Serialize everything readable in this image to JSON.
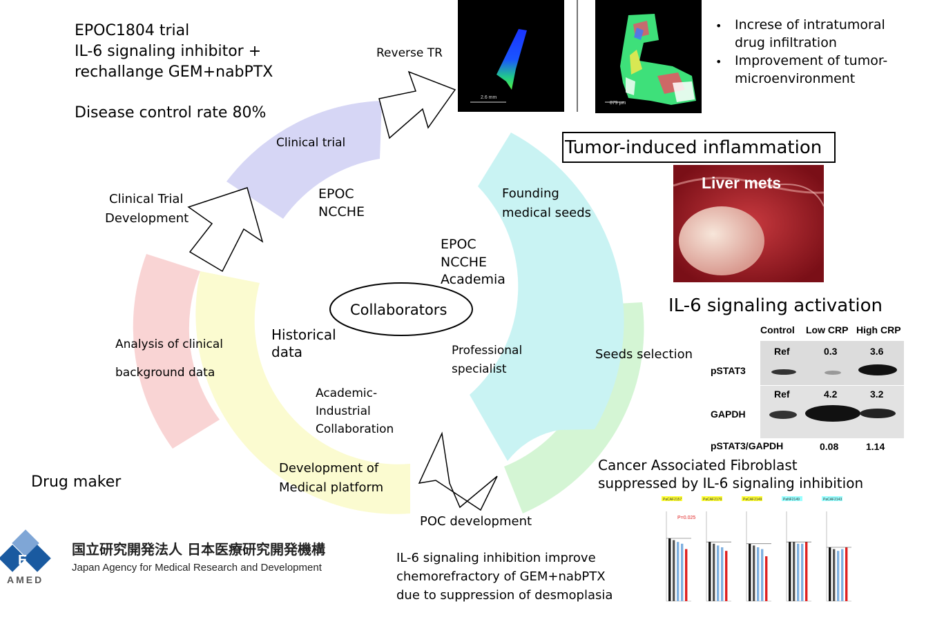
{
  "trial": {
    "line1": "EPOC1804 trial",
    "line2": "IL-6 signaling inhibitor  +",
    "line3": "rechallange GEM+nabPTX",
    "dcr": "Disease control rate 80%"
  },
  "cycle": {
    "reverse_tr": "Reverse TR",
    "clinical_trial": "Clinical trial",
    "clinical_trial_dev_1": "Clinical Trial",
    "clinical_trial_dev_2": "Development",
    "epoc": "EPOC",
    "ncche": "NCCHE",
    "founding_1": "Founding",
    "founding_2": "medical seeds",
    "center_epoc": "EPOC",
    "center_ncche": "NCCHE",
    "center_academia": "Academia",
    "collaborators": "Collaborators",
    "historical_1": "Historical",
    "historical_2": "data",
    "professional_1": "Professional",
    "professional_2": "specialist",
    "analysis_1": "Analysis of clinical",
    "analysis_2": "background data",
    "seeds_selection": "Seeds selection",
    "academic_1": "Academic-",
    "academic_2": "Industrial",
    "academic_3": "Collaboration",
    "platform_1": "Development of",
    "platform_2": "Medical platform",
    "drug_maker": "Drug maker",
    "poc": "POC development"
  },
  "images": {
    "scale1": "2.6 mm",
    "scale2": "879 μm"
  },
  "bullets": {
    "b1_line1": "Increse of intratumoral",
    "b1_line2": "drug infiltration",
    "b2_line1": "Improvement of tumor-",
    "b2_line2": "microenvironment"
  },
  "inflammation": {
    "title": "Tumor-induced inflammation",
    "photo_label": "Liver mets"
  },
  "western": {
    "title": "IL-6 signaling activation",
    "col_control": "Control",
    "col_low": "Low CRP",
    "col_high": "High CRP",
    "pstat_vals": [
      "Ref",
      "0.3",
      "3.6"
    ],
    "gapdh_vals": [
      "Ref",
      "4.2",
      "3.2"
    ],
    "row_pstat": "pSTAT3",
    "row_gapdh": "GAPDH",
    "ratio_label": "pSTAT3/GAPDH",
    "ratio_vals": [
      "0.08",
      "1.14"
    ]
  },
  "caf": {
    "line1": "Cancer Associated Fibroblast",
    "line2": "suppressed by IL-6 signaling inhibition",
    "panels": [
      "PaCAF2157",
      "PaCAF2170",
      "PaCAF2149",
      "PaNF2149",
      "PaCAF2143"
    ],
    "pvalue": "P=0.025"
  },
  "conclusion": {
    "line1": "IL-6 signaling inhibition improve",
    "line2": "chemorefractory of GEM+nabPTX",
    "line3": "due to suppression of desmoplasia"
  },
  "amed": {
    "logo_text": "AMED",
    "jp_name": "国立研究開発法人 日本医療研究開発機構",
    "en_name": "Japan Agency for Medical Research and Development"
  },
  "colors": {
    "clinical_trial_arc": "#d6d6f5",
    "founding_arc": "#c9f3f3",
    "seeds_arc": "#d4f5d4",
    "platform_arc": "#fbfbd0",
    "analysis_arc": "#f9d4d4",
    "amed_blue": "#1a5aa0"
  }
}
